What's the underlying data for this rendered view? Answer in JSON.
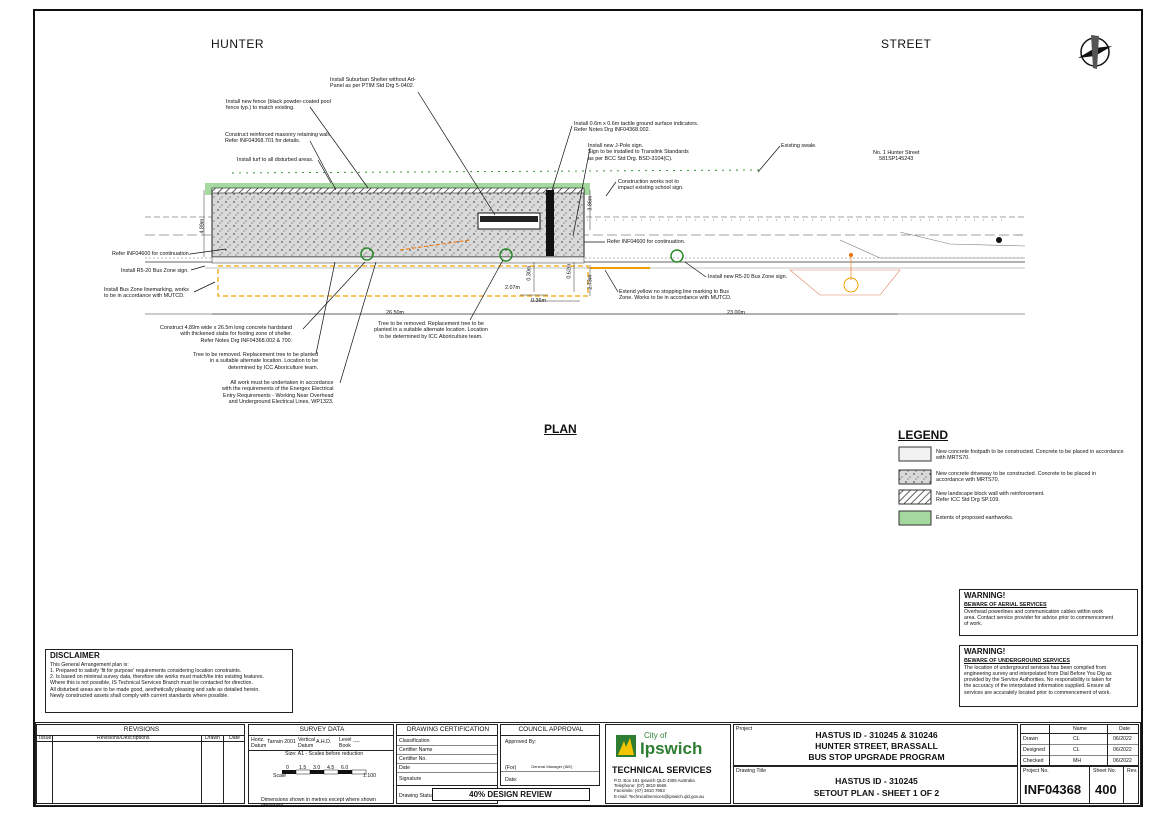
{
  "streets": {
    "left": "HUNTER",
    "right": "STREET"
  },
  "plan_title": "PLAN",
  "property": {
    "line1": "No. 1 Hunter Street",
    "line2": "581SP145243"
  },
  "annotations": {
    "shelter": "Install Suburban Shelter without Ad-\nPanel as per PTIM Std Drg 5-0402.",
    "fence": "Install new fence (black powder-coated pool\nfence typ.) to match existing.",
    "wall": "Construct reinforced masonry retaining wall.\nRefer INF04368.701 for details.",
    "turf": "Install turf to all disturbed areas.",
    "tactile": "Install 0.6m x 0.6m tactile ground surface indicators.\nRefer Notes Drg INF04368.002.",
    "jpole": "Install new J-Pole sign.\nSign to be installed to Translink Standards\nas per BCC Std Drg. BSD-3104(C).",
    "construction": "Construction works not to\nimpact existing school sign.",
    "swale": "Existing swale.",
    "refer_left": "Refer INF04600 for continuation.",
    "refer_right": "Refer INF04600 for continuation.",
    "r520_left": "Install R5-20 Bus Zone sign.",
    "linemarking": "Install Bus Zone linemarking, works\nto be in accordance with MUTCD.",
    "yellow": "Extend yellow no stopping line marking to Bus\nZone. Works to be in accordance with MUTCD.",
    "r520_right": "Install new R5-20 Bus Zone sign.",
    "tree1": "Tree to be removed. Replacement tree to be\nplanted in a suitable alternate location. Location\nto be determined by ICC Aboriculture team.",
    "hardstand": "Construct 4.89m wide x 26.5m long concrete hardstand\nwith thickened slabs for footing zone of shelter.\nRefer Notes Drg INF04368.002 & 700.",
    "tree2": "Tree to be removed. Replacement tree to be planted\nin a suitable alternate location. Location to be\ndetermined by ICC Aboriculture team.",
    "energex": "All work must be undertaken in accordance\nwith the requirements of the Energex Electrical\nEntry Requirements - Working Near Overhead\nand Underground Electrical Lines, WP1323."
  },
  "dimensions": {
    "d1": "4.89m",
    "d2": "3.86m",
    "d3": "2.07m",
    "d4": "0.30m",
    "d5": "0.62m",
    "d6": "0.36m",
    "d7": "2.73m",
    "d8": "26.50m",
    "d9": "23.00m"
  },
  "legend": {
    "title": "LEGEND",
    "items": [
      {
        "text": "New concrete footpath to be constructed. Concrete to be placed in accordance\nwith MRTS70.",
        "swatch": "plain"
      },
      {
        "text": "New concrete driveway to be constructed. Concrete to be placed in\naccordance with MRTS70.",
        "swatch": "speckle"
      },
      {
        "text": "New landscape block wall with reinforcement.\nRefer ICC Std Drg SP.109.",
        "swatch": "hatch"
      },
      {
        "text": "Extents of proposed earthworks.",
        "swatch": "green"
      }
    ]
  },
  "warnings": [
    {
      "title": "WARNING!",
      "subtitle": "BEWARE OF AERIAL SERVICES",
      "text": "Overhead powerlines and communication cables within work\narea. Contact service provider for advice prior to commencement\nof work."
    },
    {
      "title": "WARNING!",
      "subtitle": "BEWARE OF UNDERGROUND SERVICES",
      "text": "The location of underground services has been compiled from\nengineering survey and interpolated from Dial Before You Dig as\nprovided by the Service Authorities. No responsibility is taken for\nthe accuracy of the interpolated information supplied. Ensure all\nservices are accurately located prior to commencement of work."
    }
  ],
  "disclaimer": {
    "title": "DISCLAIMER",
    "text": "This General Arrangement plan is:\n1.        Prepared to satisfy 'fit for purpose' requirements considering location constraints.\n2.        Is based on minimal survey data, therefore site works must match/tie into existing features.\nWhere this is not possible, IS Technical Services Branch must be contacted for direction.\nAll disturbed areas are to be made good, aesthetically pleasing and safe as detailed herein.\nNewly constructed assets shall comply with current standards where possible."
  },
  "title_block": {
    "revisions": {
      "title": "REVISIONS",
      "col_issue": "Issue",
      "col_desc": "Revisions/Descriptions",
      "col_drawn": "Drawn",
      "col_date": "Date"
    },
    "survey": {
      "title": "SURVEY DATA",
      "horiz": "Horiz.\nDatum",
      "horiz_val": "Tarrain 2001",
      "vert": "Vertical\nDatum",
      "vert_val": "A.H.D.",
      "level": "Level\nBook",
      "level_val": "----",
      "size": "Size: A1 - Scales before reduction",
      "scale_label": "Scale",
      "scale_ticks": [
        "0",
        "1.5",
        "3.0",
        "4.5",
        "6.0"
      ],
      "scale_ratio": "1:100",
      "dims": "Dimensions shown in metres except where shown otherwise"
    },
    "certification": {
      "title": "DRAWING CERTIFICATION",
      "rows": [
        "Classification",
        "Certifier Name",
        "Certifier No.",
        "Date",
        "Signature"
      ],
      "status_label": "Drawing Status",
      "status": "40% DESIGN REVIEW"
    },
    "council": {
      "title": "COUNCIL APPROVAL",
      "approved": "Approved By:",
      "for": "(For)",
      "gm": "General Manager (I&E)",
      "date": "Date:"
    },
    "logo": {
      "city_of": "City of",
      "name": "Ipswich",
      "dept": "TECHNICAL SERVICES",
      "contact": "P.O. Box 191 Ipswich QLD 4305 Australia\nTelephone: (07) 3810 6666\nFacsimile: (07) 3810 7963\nE-mail: TechnicalServices@ipswich.qld.gov.au"
    },
    "project": {
      "label": "Project",
      "line1": "HASTUS ID - 310245 & 310246",
      "line2": "HUNTER STREET, BRASSALL",
      "line3": "BUS STOP UPGRADE PROGRAM"
    },
    "drawing": {
      "label": "Drawing Title",
      "line1": "HASTUS ID - 310245",
      "line2": "SETOUT PLAN - SHEET 1 OF 2"
    },
    "people": {
      "col_name": "Name",
      "col_date": "Date",
      "rows": [
        {
          "role": "Drawn",
          "name": "CL",
          "date": "06/2022"
        },
        {
          "role": "Designed",
          "name": "CL",
          "date": "06/2022"
        },
        {
          "role": "Checked",
          "name": "MH",
          "date": "06/2022"
        }
      ]
    },
    "numbers": {
      "project_label": "Project No.",
      "sheet_label": "Sheet No.",
      "rev_label": "Rev.",
      "project_no": "INF04368",
      "sheet_no": "400"
    }
  }
}
